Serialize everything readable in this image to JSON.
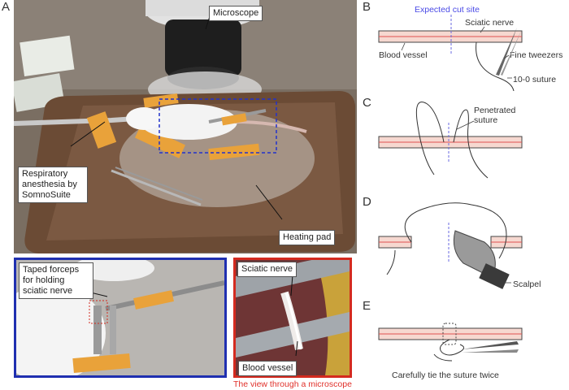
{
  "panels": {
    "a": "A",
    "b": "B",
    "c": "C",
    "d": "D",
    "e": "E"
  },
  "panel_a": {
    "microscope": "Microscope",
    "respiratory": [
      "Respiratory",
      "anesthesia by",
      "SomnoSuite"
    ],
    "heating_pad": "Heating pad"
  },
  "inset_left": {
    "taped_forceps": [
      "Taped forceps",
      "for holding",
      "sciatic nerve"
    ]
  },
  "inset_right": {
    "sciatic_nerve": "Sciatic nerve",
    "blood_vessel": "Blood vessel",
    "caption": "The view through a microscope"
  },
  "panel_b": {
    "expected_cut_site": "Expected cut site",
    "sciatic_nerve": "Sciatic nerve",
    "blood_vessel": "Blood vessel",
    "fine_tweezers": "Fine tweezers",
    "suture": "10-0 suture"
  },
  "panel_c": {
    "penetrated_suture": [
      "Penetrated",
      "suture"
    ]
  },
  "panel_d": {
    "scalpel": "Scalpel"
  },
  "panel_e": {
    "caption": "Carefully tie the suture twice"
  },
  "colors": {
    "blue_frame": "#1f2fb0",
    "red_frame": "#d42a1f",
    "cut_line": "#6a6ae0",
    "vessel_line": "#e05050",
    "vessel_fill": "#f6d8d0",
    "caption_red": "#e0302a"
  }
}
